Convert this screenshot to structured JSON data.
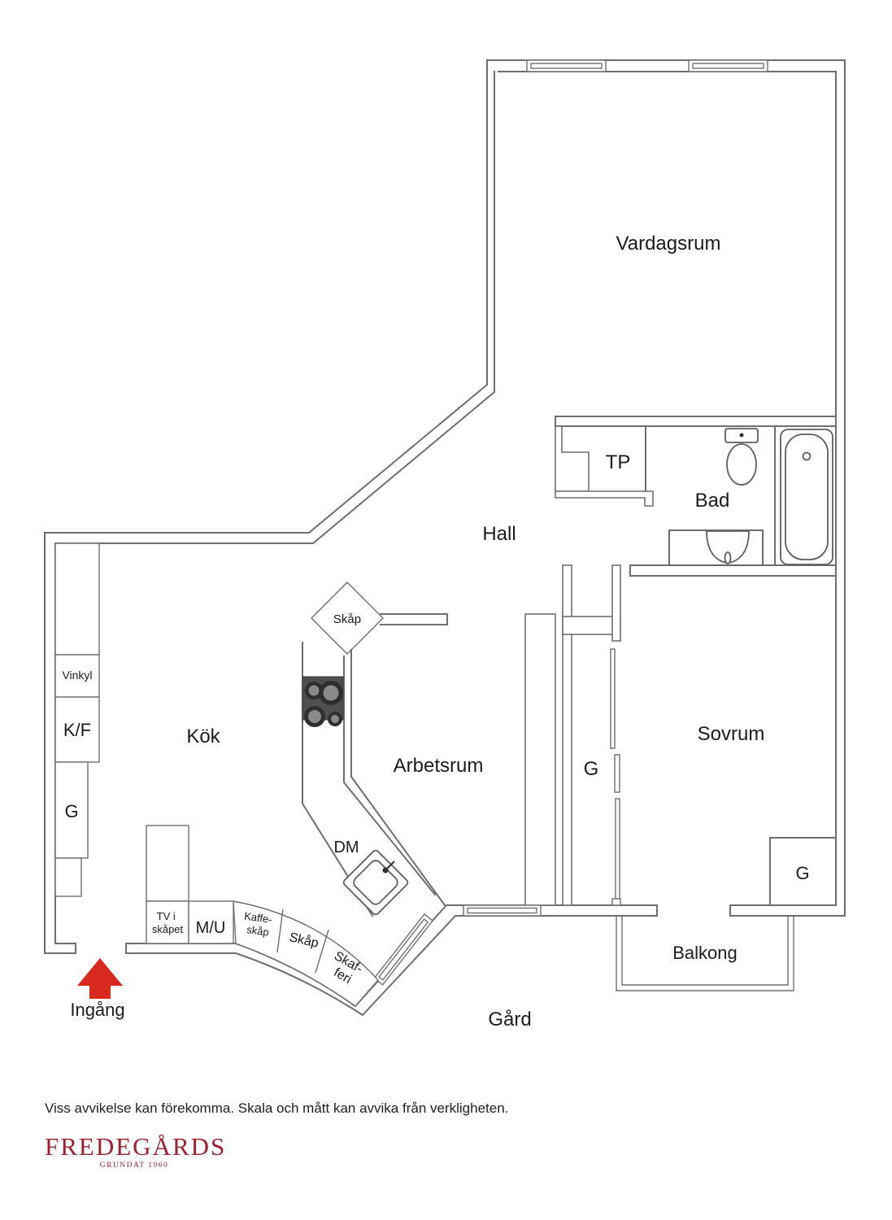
{
  "colors": {
    "wall_gray": "#6f6f6f",
    "text_dark": "#1c1c1c",
    "entrance_red": "#d8291f",
    "logo_red": "#9c2130",
    "stove_dark": "#4f4f4f"
  },
  "rooms": {
    "vardagsrum": "Vardagsrum",
    "hall": "Hall",
    "tp": "TP",
    "bad": "Bad",
    "kok": "Kök",
    "arbetsrum": "Arbetsrum",
    "sovrum": "Sovrum",
    "balkong": "Balkong",
    "gard": "Gård"
  },
  "fixtures": {
    "vinkyl": "Vinkyl",
    "kf": "K/F",
    "g_left": "G",
    "g_closet": "G",
    "g_sovrum": "G",
    "skap_diamond": "Skåp",
    "dm": "DM",
    "mu": "M/U",
    "tv_line1": "TV i",
    "tv_line2": "skåpet",
    "kaffe_line1": "Kaffe-",
    "kaffe_line2": "skåp",
    "skap_curve": "Skåp",
    "skafferi_line1": "Skaf-",
    "skafferi_line2": "feri"
  },
  "entrance": {
    "label": "Ingång"
  },
  "footer": {
    "disclaimer": "Viss avvikelse kan förekomma. Skala och mått kan avvika från verkligheten.",
    "logo_name": "FREDEGÅRDS",
    "logo_tagline": "GRUNDAT 1960"
  }
}
